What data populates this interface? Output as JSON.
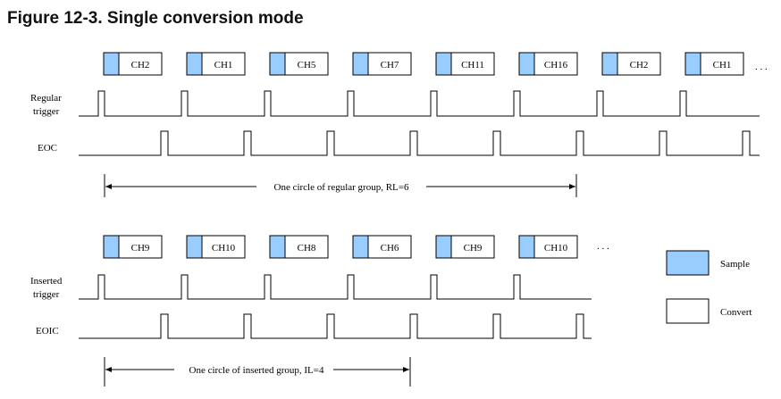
{
  "figure_title": "Figure 12-3. Single conversion mode",
  "regular": {
    "channels": [
      "CH2",
      "CH1",
      "CH5",
      "CH7",
      "CH11",
      "CH16",
      "CH2",
      "CH1"
    ],
    "ellipsis": ". . .",
    "trigger_label_line1": "Regular",
    "trigger_label_line2": "trigger",
    "eoc_label": "EOC",
    "span_label": "One circle of regular group, RL=6"
  },
  "inserted": {
    "channels": [
      "CH9",
      "CH10",
      "CH8",
      "CH6",
      "CH9",
      "CH10"
    ],
    "ellipsis": ". . .",
    "trigger_label_line1": "Inserted",
    "trigger_label_line2": "trigger",
    "eoc_label": "EOIC",
    "span_label": "One circle of inserted group, IL=4"
  },
  "legend": {
    "sample_label": "Sample",
    "convert_label": "Convert"
  },
  "colors": {
    "sample_fill": "#99ccff",
    "convert_fill": "#ffffff",
    "line": "#000000"
  }
}
